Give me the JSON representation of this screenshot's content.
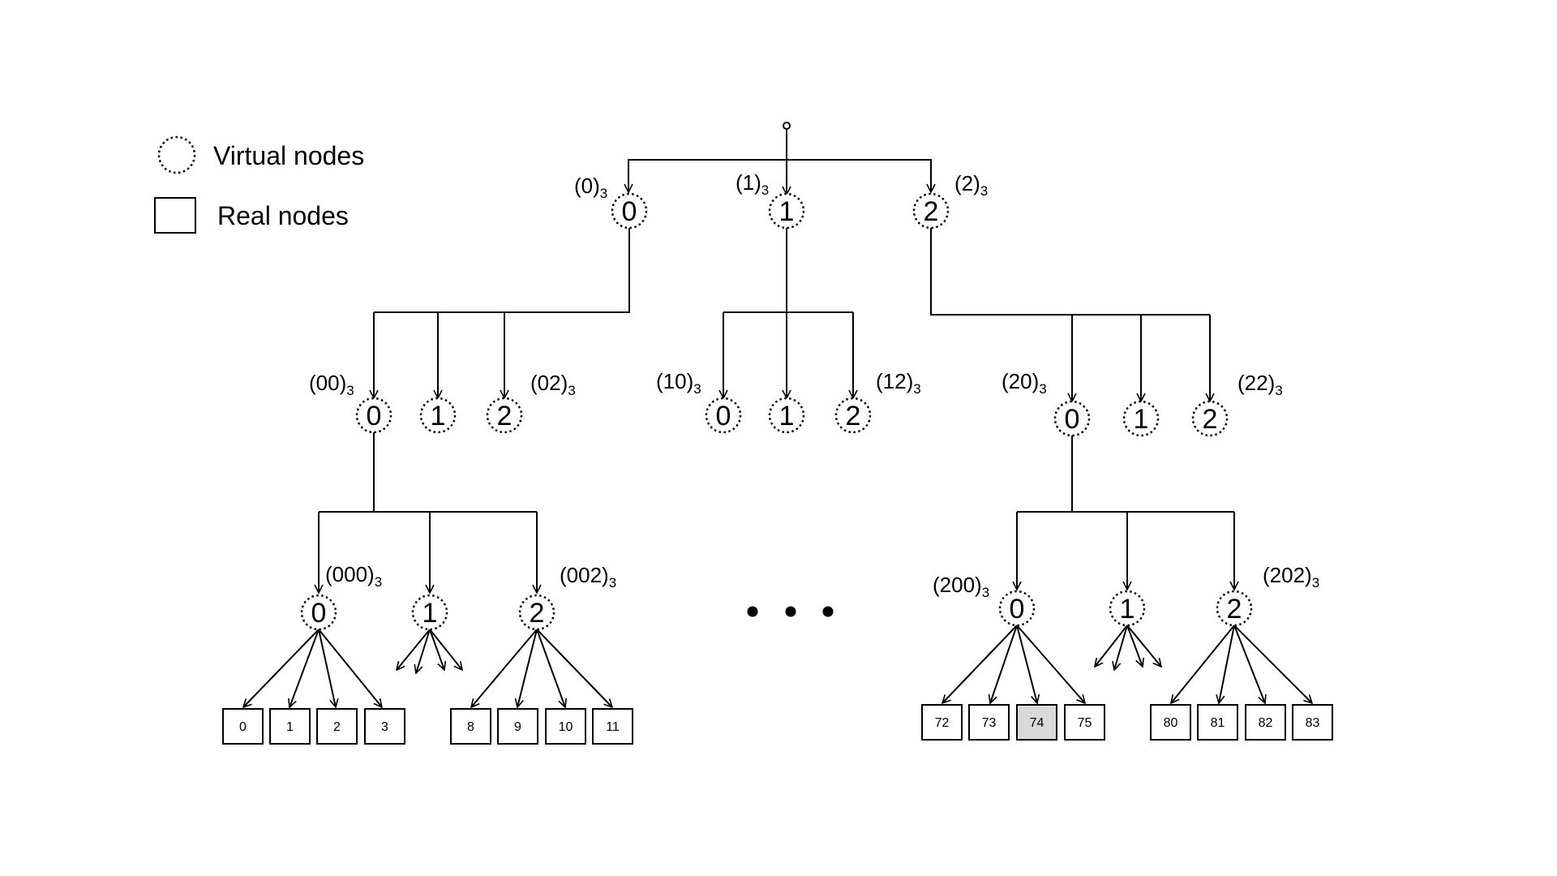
{
  "legend": {
    "virtual_label": "Virtual nodes",
    "real_label": "Real nodes"
  },
  "base": "3",
  "addresses": {
    "l1_0": "(0)",
    "l1_1": "(1)",
    "l1_2": "(2)",
    "l2_00": "(00)",
    "l2_02": "(02)",
    "l2_10": "(10)",
    "l2_12": "(12)",
    "l2_20": "(20)",
    "l2_22": "(22)",
    "l3_000": "(000)",
    "l3_002": "(002)",
    "l3_200": "(200)",
    "l3_202": "(202)"
  },
  "virtual_nodes": {
    "l1": [
      "0",
      "1",
      "2"
    ],
    "l2_left": [
      "0",
      "1",
      "2"
    ],
    "l2_mid": [
      "0",
      "1",
      "2"
    ],
    "l2_right": [
      "0",
      "1",
      "2"
    ],
    "l3_left": [
      "0",
      "1",
      "2"
    ],
    "l3_right": [
      "0",
      "1",
      "2"
    ]
  },
  "real_nodes": {
    "group_a": [
      "0",
      "1",
      "2",
      "3"
    ],
    "group_b": [
      "8",
      "9",
      "10",
      "11"
    ],
    "group_c": [
      "72",
      "73",
      "74",
      "75"
    ],
    "group_d": [
      "80",
      "81",
      "82",
      "83"
    ]
  },
  "colors": {
    "highlight": "#d9d9d9",
    "node_fill": "#ffffff",
    "stroke": "#000000"
  },
  "highlighted_node": "74"
}
